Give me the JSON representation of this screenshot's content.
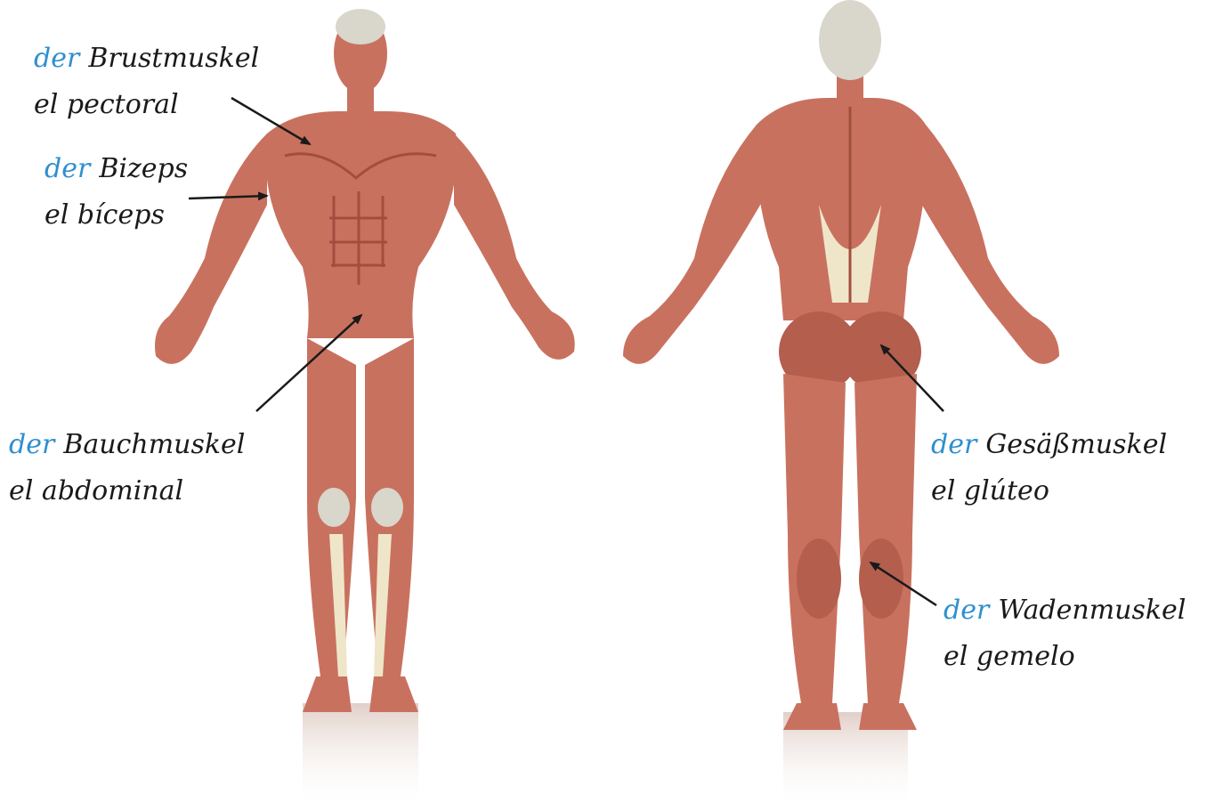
{
  "colors": {
    "article": "#2e8fd0",
    "text": "#1a1a1a",
    "muscle": "#c9715f",
    "muscle_dark": "#a24e3f",
    "tendon": "#efe6c9",
    "head_gray": "#d9d6cc",
    "pointer": "#1a1a1a"
  },
  "figures": {
    "front": {
      "name": "front-body-figure"
    },
    "back": {
      "name": "back-body-figure"
    }
  },
  "labels": [
    {
      "id": "brust",
      "article": "der",
      "german": "Brustmuskel",
      "spanish": "el pectoral"
    },
    {
      "id": "bizeps",
      "article": "der",
      "german": "Bizeps",
      "spanish": "el bíceps"
    },
    {
      "id": "bauch",
      "article": "der",
      "german": "Bauchmuskel",
      "spanish": "el abdominal"
    },
    {
      "id": "gesaess",
      "article": "der",
      "german": "Gesäßmuskel",
      "spanish": "el glúteo"
    },
    {
      "id": "waden",
      "article": "der",
      "german": "Wadenmuskel",
      "spanish": "el gemelo"
    }
  ]
}
